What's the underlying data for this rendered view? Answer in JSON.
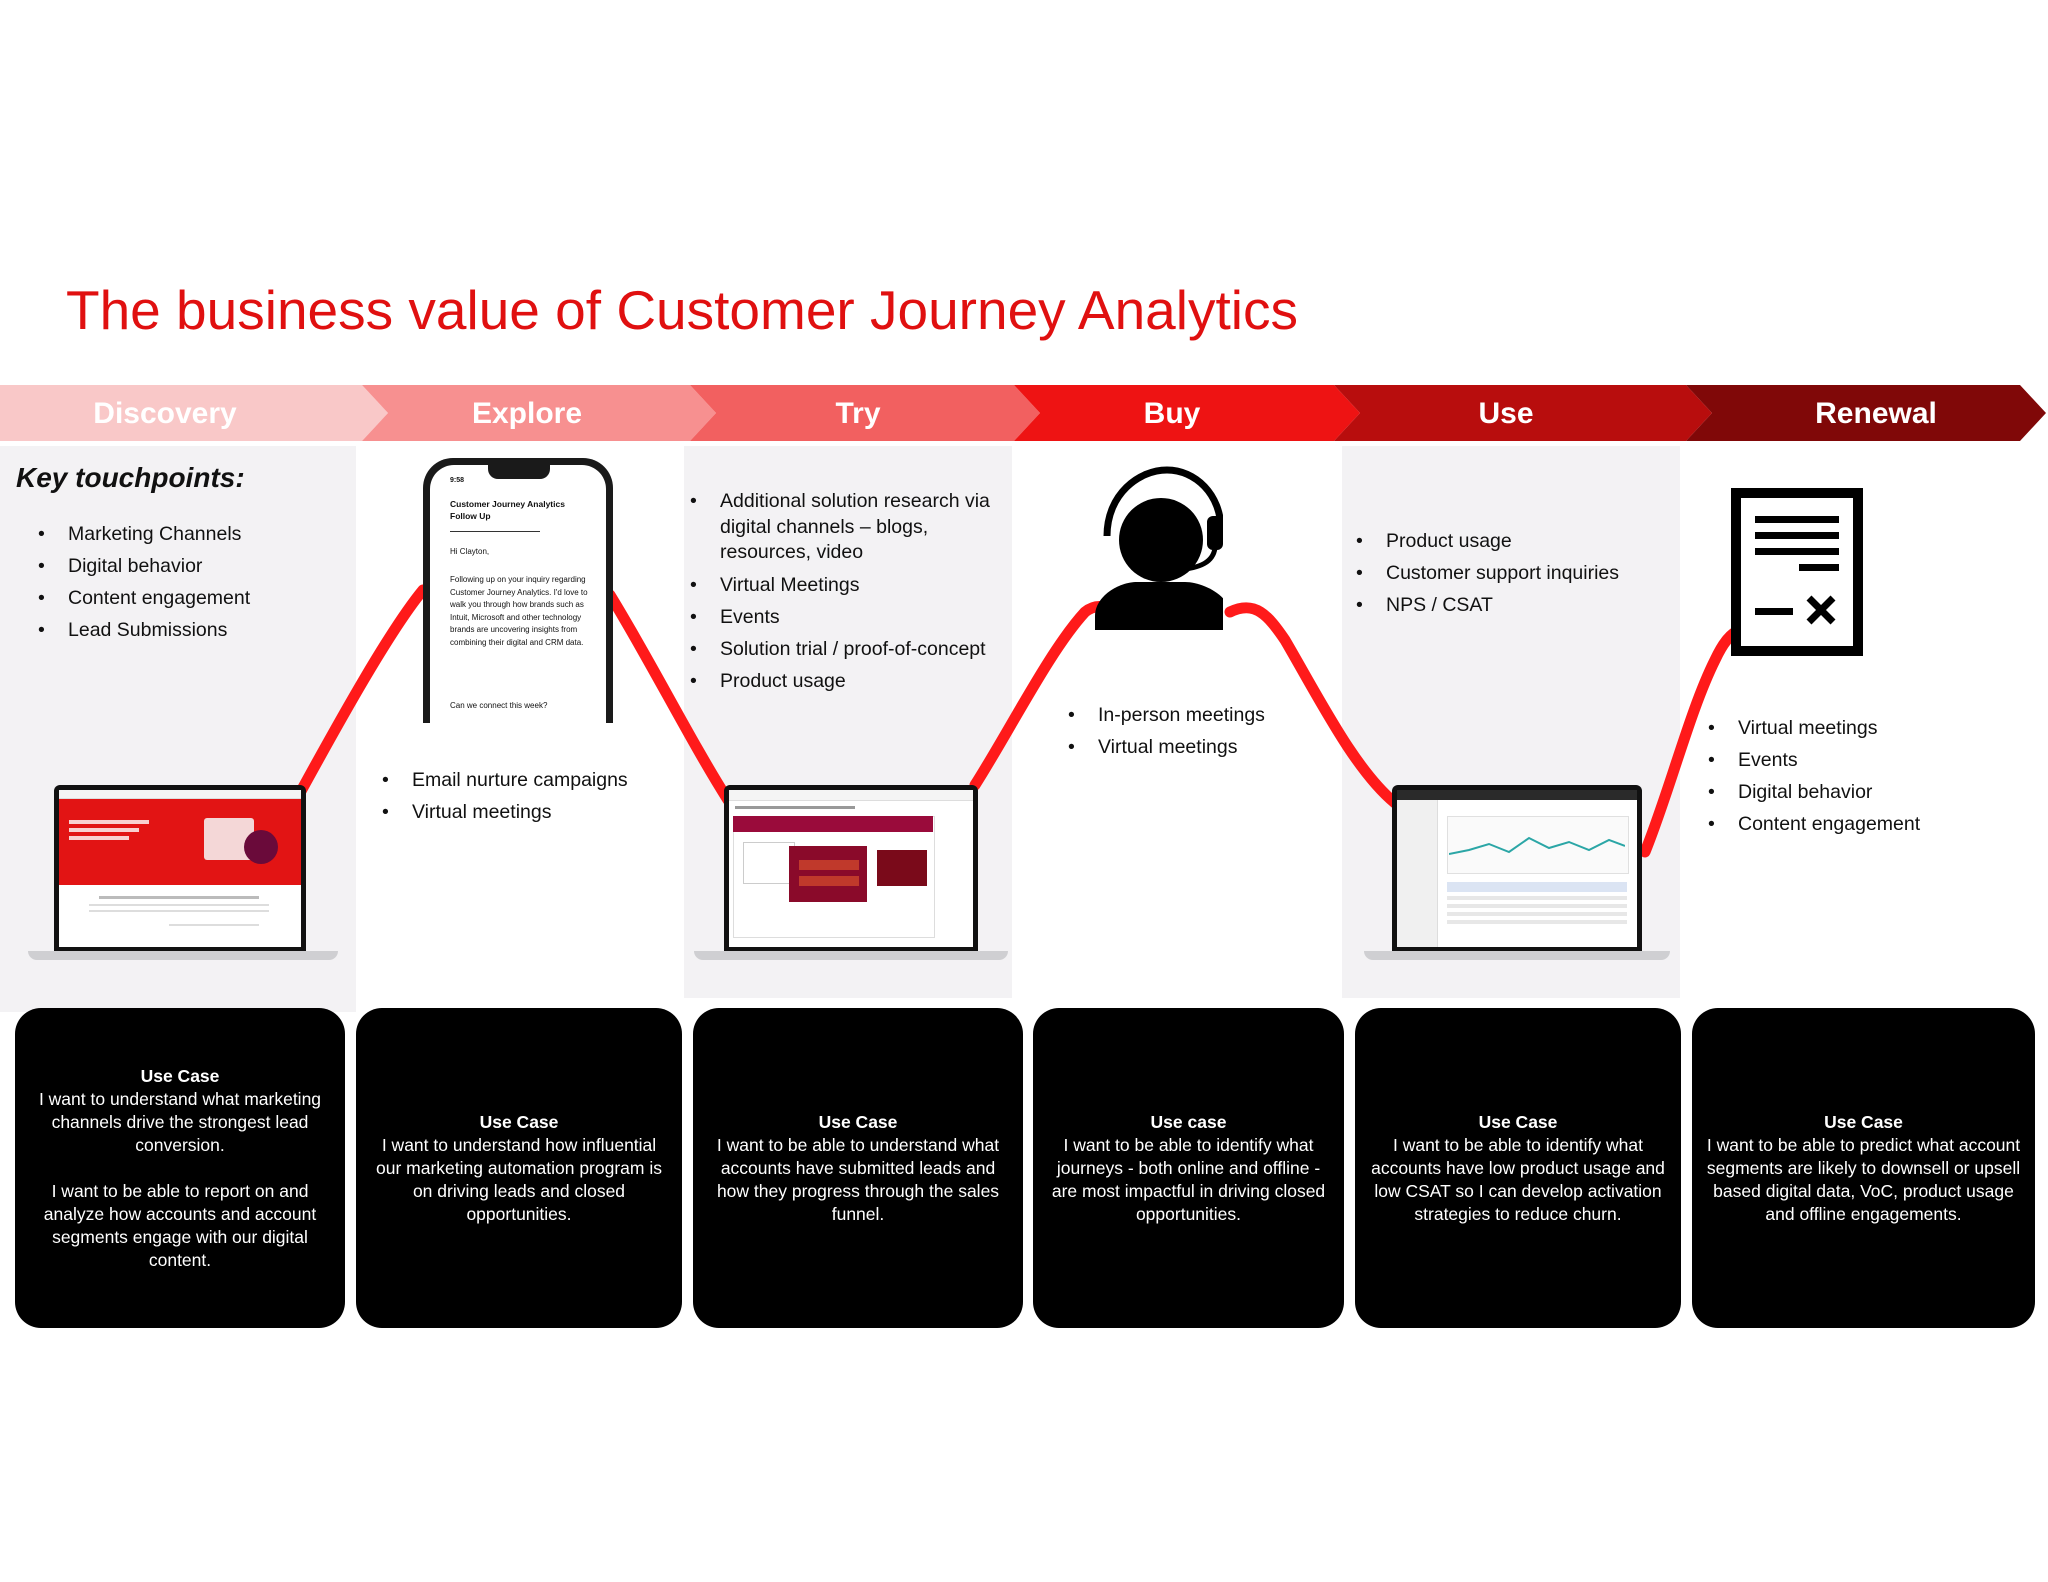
{
  "title": "The business value of Customer Journey Analytics",
  "colors": {
    "title": "#e01010",
    "discovery": "#f9c8c8",
    "explore": "#f79090",
    "try": "#f26060",
    "buy": "#ee1313",
    "use": "#b80d0d",
    "renewal": "#800808",
    "curve": "#ff1a1a",
    "card": "#000000"
  },
  "stages": [
    {
      "label": "Discovery"
    },
    {
      "label": "Explore"
    },
    {
      "label": "Try"
    },
    {
      "label": "Buy"
    },
    {
      "label": "Use"
    },
    {
      "label": "Renewal"
    }
  ],
  "touchpoints": {
    "title": "Key touchpoints:",
    "discovery": [
      "Marketing Channels",
      "Digital behavior",
      "Content engagement",
      "Lead Submissions"
    ],
    "explore": [
      "Email nurture campaigns",
      "Virtual meetings"
    ],
    "try": [
      "Additional solution research via digital channels – blogs, resources, video",
      "Virtual Meetings",
      "Events",
      "Solution trial / proof-of-concept",
      "Product usage"
    ],
    "buy": [
      "In-person meetings",
      "Virtual meetings"
    ],
    "use": [
      "Product usage",
      "Customer support inquiries",
      "NPS / CSAT"
    ],
    "renewal": [
      "Virtual meetings",
      "Events",
      "Digital behavior",
      "Content engagement"
    ]
  },
  "phone": {
    "time": "9:58",
    "subject": "Customer Journey Analytics Follow Up",
    "greeting": "Hi Clayton,",
    "body": "Following up on your inquiry regarding Customer Journey Analytics. I'd love to walk you through how brands such as Intuit, Microsoft and other technology brands are uncovering insights from combining their digital and CRM data.",
    "ask": "Can we connect this week?"
  },
  "icons": {
    "buy": "headset-agent-icon",
    "renewal": "cancel-document-icon"
  },
  "use_cases": [
    {
      "title": "Use Case",
      "text": "I want to understand what marketing channels drive the strongest lead conversion.",
      "text2": "I want to be able to report on and analyze how accounts and account segments engage with our digital content."
    },
    {
      "title": "Use Case",
      "text": "I want to understand how influential our marketing automation program is on driving leads and closed opportunities."
    },
    {
      "title": "Use Case",
      "text": "I want to be able to understand what accounts have submitted leads and how they progress through the sales funnel."
    },
    {
      "title": "Use case",
      "text": "I want to be able to identify what journeys - both online and offline - are most impactful in driving closed opportunities."
    },
    {
      "title": "Use Case",
      "text": "I want to be able to identify what accounts have low product usage and low CSAT so I can develop activation strategies to reduce churn."
    },
    {
      "title": "Use Case",
      "text": "I want to be able to predict what account segments are likely to downsell or upsell based digital data, VoC, product usage and offline engagements."
    }
  ]
}
